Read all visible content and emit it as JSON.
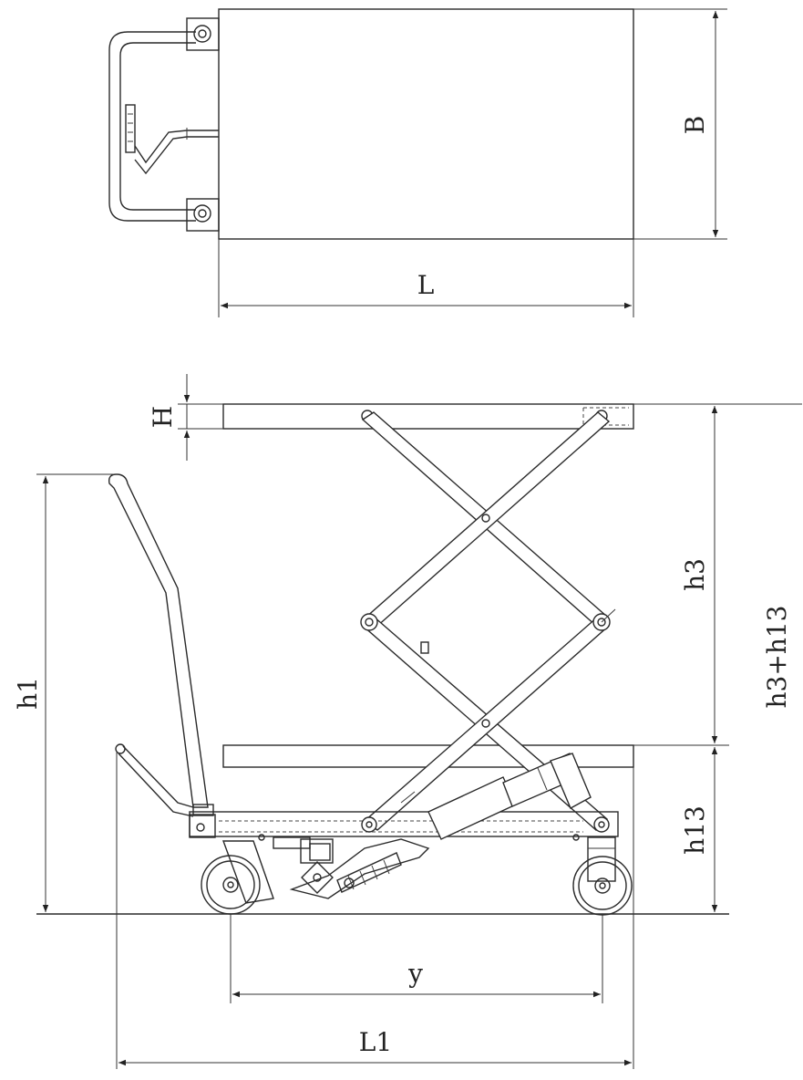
{
  "labels": {
    "B": "B",
    "L": "L",
    "H": "H",
    "h1": "h1",
    "h3": "h3",
    "h3_h13": "h3+h13",
    "h13": "h13",
    "y": "y",
    "L1": "L1"
  }
}
